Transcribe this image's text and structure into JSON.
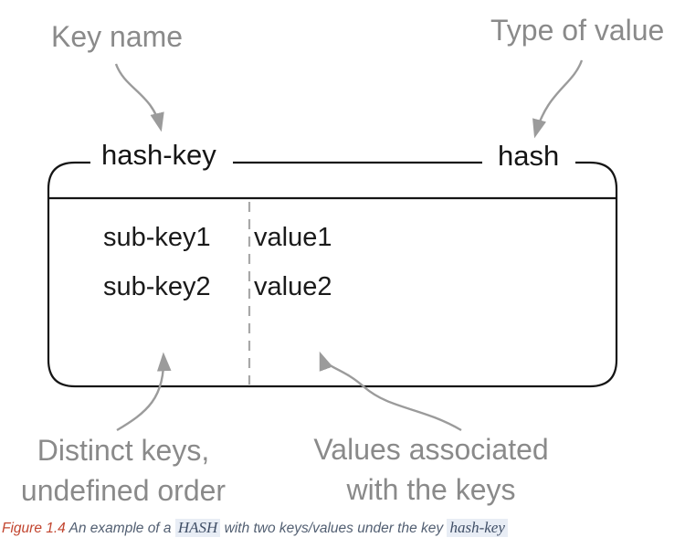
{
  "annotations": {
    "key_name": "Key name",
    "type_of_value": "Type of value",
    "distinct_line1": "Distinct keys,",
    "distinct_line2": "undefined order",
    "values_line1": "Values associated",
    "values_line2": "with the keys"
  },
  "box": {
    "key_label": "hash-key",
    "type_label": "hash",
    "rows": [
      {
        "key": "sub-key1",
        "value": "value1"
      },
      {
        "key": "sub-key2",
        "value": "value2"
      }
    ]
  },
  "caption": {
    "figure_label": "Figure 1.4",
    "text_before": "An example of a",
    "code1": "HASH",
    "text_middle": "with two keys/values under the key",
    "code2": "hash-key"
  },
  "colors": {
    "label_gray": "#8a8a8a",
    "arrow_gray": "#9b9b9b",
    "box_stroke": "#151515",
    "dashed_gray": "#a8a8a8",
    "figure_red": "#c2452f",
    "caption_text": "#525f72",
    "code_bg": "#e8edf5",
    "code_text": "#3f4e66"
  }
}
